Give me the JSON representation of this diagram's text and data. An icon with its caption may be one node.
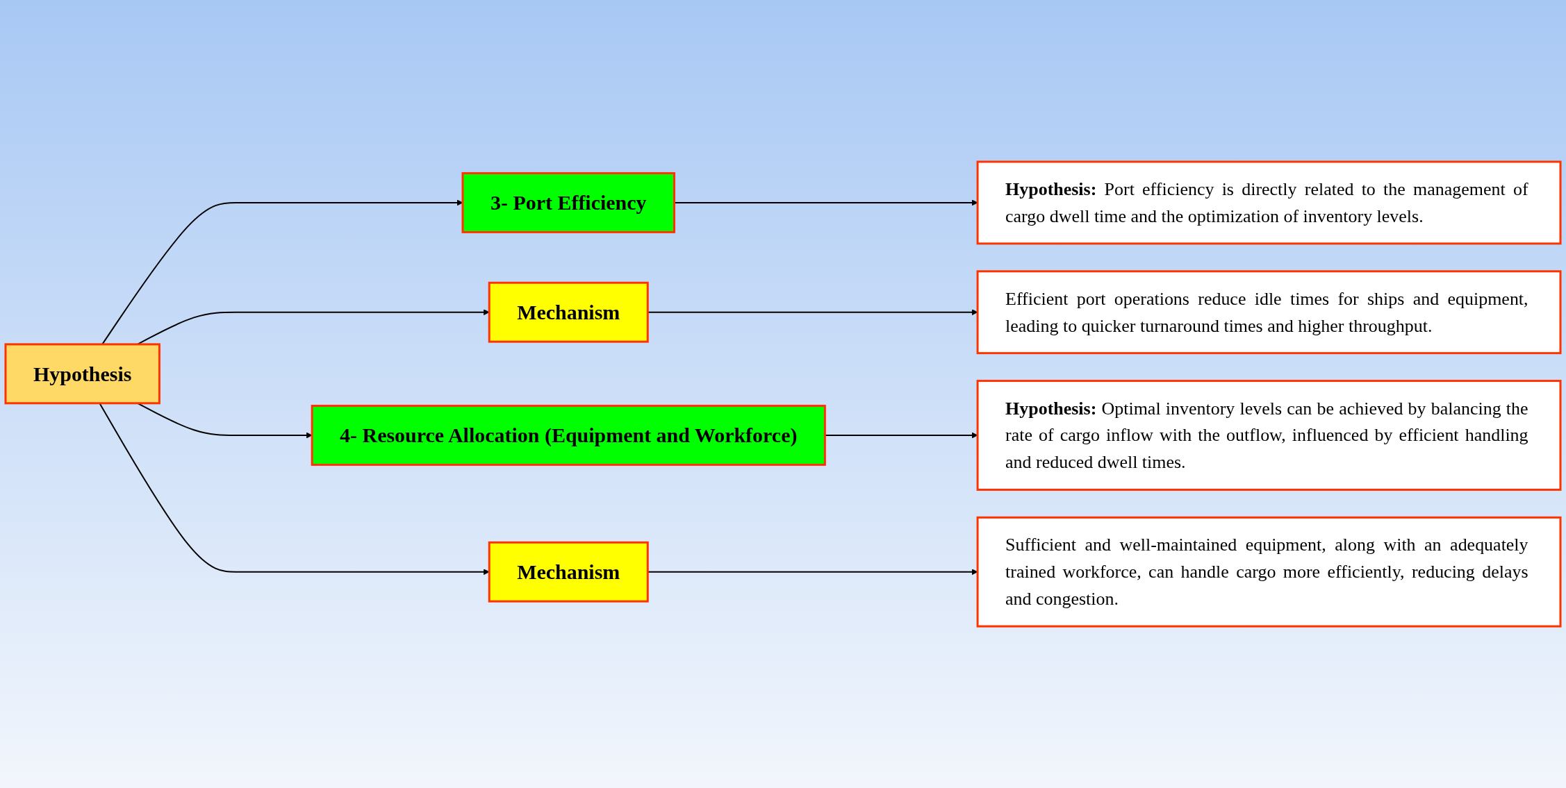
{
  "diagram": {
    "nodes": [
      {
        "text": [
          "Hypothesis"
        ]
      },
      {
        "text": [
          "3- Port Efficiency"
        ]
      },
      {
        "text": [
          "Mechanism"
        ]
      },
      {
        "text": [
          "4- Resource Allocation (Equipment and Workforce)"
        ]
      },
      {
        "text": [
          "Mechanism"
        ]
      },
      {
        "text": [
          "**Hypothesis:** Port efficiency is directly related to the management of cargo dwell time and the optimization of inventory levels."
        ]
      },
      {
        "text": [
          "Efficient port operations reduce idle times for ships and equipment, leading to quicker turnaround times and higher throughput."
        ]
      },
      {
        "text": [
          "**Hypothesis:** Optimal inventory levels can be achieved by balancing the rate of cargo inflow with the outflow, influenced by efficient handling and reduced dwell times."
        ]
      },
      {
        "text": [
          "Sufficient and well-maintained equipment, along with an adequately trained workforce, can handle cargo more efficiently, reducing delays and congestion."
        ]
      }
    ],
    "edges": [
      {
        "from": 0,
        "to": 1,
        "arrow": "to"
      },
      {
        "from": 0,
        "to": 2,
        "arrow": "to"
      },
      {
        "from": 0,
        "to": 3,
        "arrow": "to"
      },
      {
        "from": 0,
        "to": 4,
        "arrow": "to"
      },
      {
        "from": 1,
        "to": 5,
        "arrow": "to"
      },
      {
        "from": 2,
        "to": 6,
        "arrow": "to"
      },
      {
        "from": 3,
        "to": 7,
        "arrow": "to"
      },
      {
        "from": 4,
        "to": 8,
        "arrow": "to"
      }
    ]
  }
}
